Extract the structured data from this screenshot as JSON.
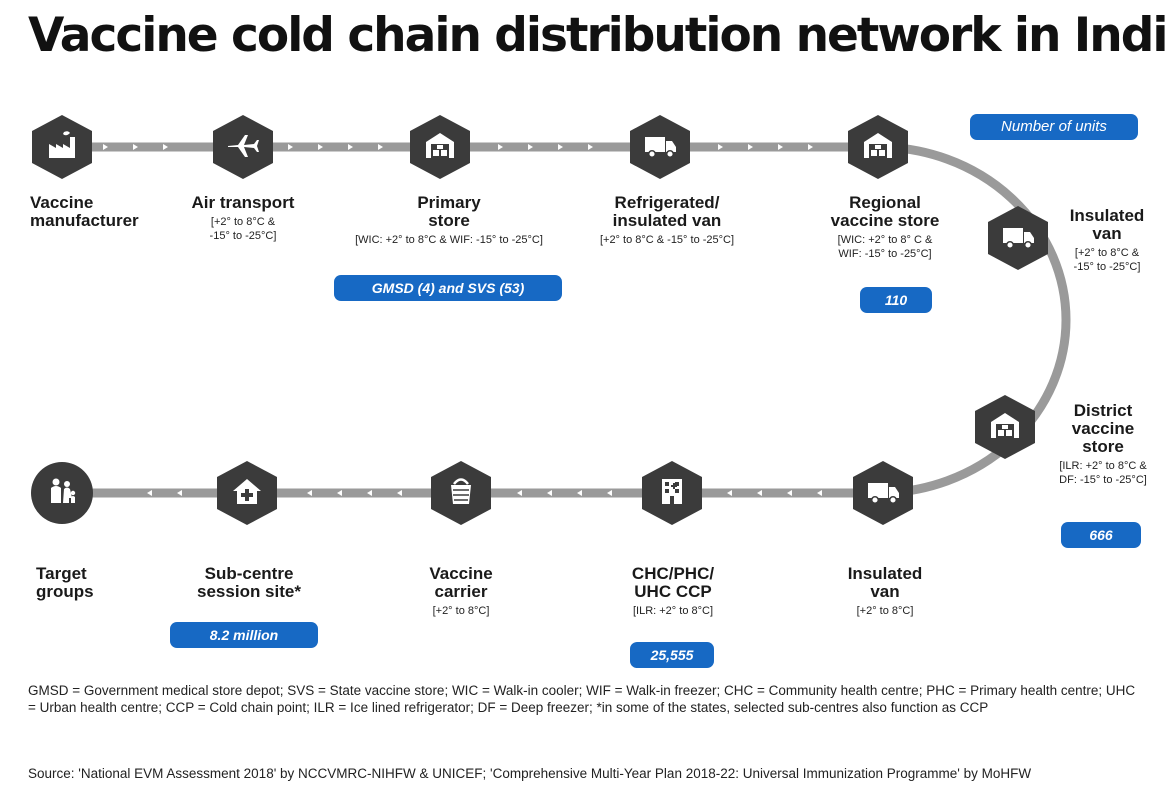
{
  "title": "Vaccine cold chain distribution network in India",
  "legend": {
    "label": "Number of units",
    "color": "#1769c4"
  },
  "colors": {
    "track": "#9a9a9a",
    "node": "#3b3b3b",
    "arrow": "#ffffff"
  },
  "nodes": [
    {
      "id": "vaccine-manufacturer",
      "icon": "factory-icon",
      "name_lines": [
        "Vaccine",
        "manufacturer"
      ],
      "temp_lines": []
    },
    {
      "id": "air-transport",
      "icon": "airplane-icon",
      "name_lines": [
        "Air transport"
      ],
      "temp_lines": [
        "[+2° to 8°C &",
        "-15° to -25°C]"
      ]
    },
    {
      "id": "primary-store",
      "icon": "warehouse-icon",
      "name_lines": [
        "Primary",
        "store"
      ],
      "temp_lines": [
        "[WIC: +2° to 8°C & WIF: -15° to -25°C]"
      ],
      "units": "GMSD (4) and SVS (53)"
    },
    {
      "id": "refrigerated-van",
      "icon": "truck-icon",
      "name_lines": [
        "Refrigerated/",
        "insulated van"
      ],
      "temp_lines": [
        "[+2° to 8°C & -15° to -25°C]"
      ]
    },
    {
      "id": "regional-vaccine-store",
      "icon": "warehouse-icon",
      "name_lines": [
        "Regional",
        "vaccine store"
      ],
      "temp_lines": [
        "[WIC: +2° to 8° C &",
        "WIF: -15° to -25°C]"
      ],
      "units": "110"
    },
    {
      "id": "insulated-van-1",
      "icon": "truck-icon",
      "name_lines": [
        "Insulated",
        "van"
      ],
      "temp_lines": [
        "[+2° to 8°C &",
        "-15° to -25°C]"
      ]
    },
    {
      "id": "district-vaccine-store",
      "icon": "warehouse-icon",
      "name_lines": [
        "District",
        "vaccine",
        "store"
      ],
      "temp_lines": [
        "[ILR: +2° to 8°C &",
        "DF: -15° to -25°C]"
      ],
      "units": "666"
    },
    {
      "id": "insulated-van-2",
      "icon": "truck-icon",
      "name_lines": [
        "Insulated",
        "van"
      ],
      "temp_lines": [
        "[+2° to 8°C]"
      ]
    },
    {
      "id": "chc-phc-uhc-ccp",
      "icon": "building-icon",
      "name_lines": [
        "CHC/PHC/",
        "UHC CCP"
      ],
      "temp_lines": [
        "[ILR: +2° to 8°C]"
      ],
      "units": "25,555"
    },
    {
      "id": "vaccine-carrier",
      "icon": "vaccine-carrier-icon",
      "name_lines": [
        "Vaccine",
        "carrier"
      ],
      "temp_lines": [
        "[+2° to 8°C]"
      ]
    },
    {
      "id": "sub-centre-session-site",
      "icon": "health-house-icon",
      "name_lines": [
        "Sub-centre",
        "session site*"
      ],
      "temp_lines": [],
      "units": "8.2 million"
    },
    {
      "id": "target-groups",
      "icon": "family-icon",
      "name_lines": [
        "Target",
        "groups"
      ],
      "temp_lines": []
    }
  ],
  "footnote": "GMSD = Government medical store depot; SVS = State vaccine store; WIC = Walk-in cooler; WIF = Walk-in freezer; CHC = Community health centre; PHC = Primary health centre; UHC = Urban health centre; CCP = Cold chain point; ILR = Ice lined refrigerator; DF = Deep freezer; *in some of the states, selected sub-centres also function as CCP",
  "source": "Source: 'National EVM Assessment 2018' by NCCVMRC-NIHFW & UNICEF; 'Comprehensive Multi-Year Plan 2018-22: Universal Immunization Programme' by MoHFW"
}
